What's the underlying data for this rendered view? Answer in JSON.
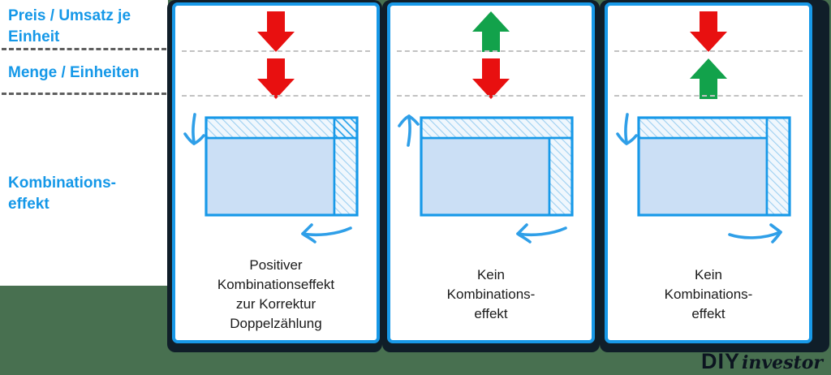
{
  "colors": {
    "background_green": "#487050",
    "shadow_frame": "#101e29",
    "panel_border_blue": "#1899e8",
    "label_blue": "#1598e8",
    "arrow_red": "#e81010",
    "arrow_green": "#12a24b",
    "hand_arrow_blue": "#2f9fe8",
    "body_fill": "#cbdff5",
    "hatch_bg": "#f0f7fd",
    "hatch_light_line": "#9ccff1",
    "hatch_dense_line": "#2aa3ea",
    "caption_text": "#1a1a1a"
  },
  "left_labels": {
    "price": "Preis / Umsatz je\nEinheit",
    "volume": "Menge / Einheiten",
    "combo": "Kombinations-\neffekt"
  },
  "panels": [
    {
      "price_arrow": {
        "dir": "down",
        "color": "red"
      },
      "volume_arrow": {
        "dir": "down",
        "color": "red"
      },
      "diagram": {
        "top_strip": "partial",
        "right_strip": "partial",
        "corner": "double",
        "left_arrow": "down",
        "bottom_arrow": "left"
      },
      "caption": "Positiver\nKombinationseffekt\nzur Korrektur\nDoppelzählung"
    },
    {
      "price_arrow": {
        "dir": "up",
        "color": "green"
      },
      "volume_arrow": {
        "dir": "down",
        "color": "red"
      },
      "diagram": {
        "top_strip": "full",
        "right_strip": "partial",
        "corner": "none",
        "left_arrow": "up",
        "bottom_arrow": "left"
      },
      "caption": "Kein\nKombinations-\neffekt"
    },
    {
      "price_arrow": {
        "dir": "down",
        "color": "red"
      },
      "volume_arrow": {
        "dir": "up",
        "color": "green"
      },
      "diagram": {
        "top_strip": "partial",
        "right_strip": "full",
        "corner": "none",
        "left_arrow": "down",
        "bottom_arrow": "right"
      },
      "caption": "Kein\nKombinations-\neffekt"
    }
  ],
  "logo": {
    "bold": "DIY",
    "script": "investor"
  }
}
